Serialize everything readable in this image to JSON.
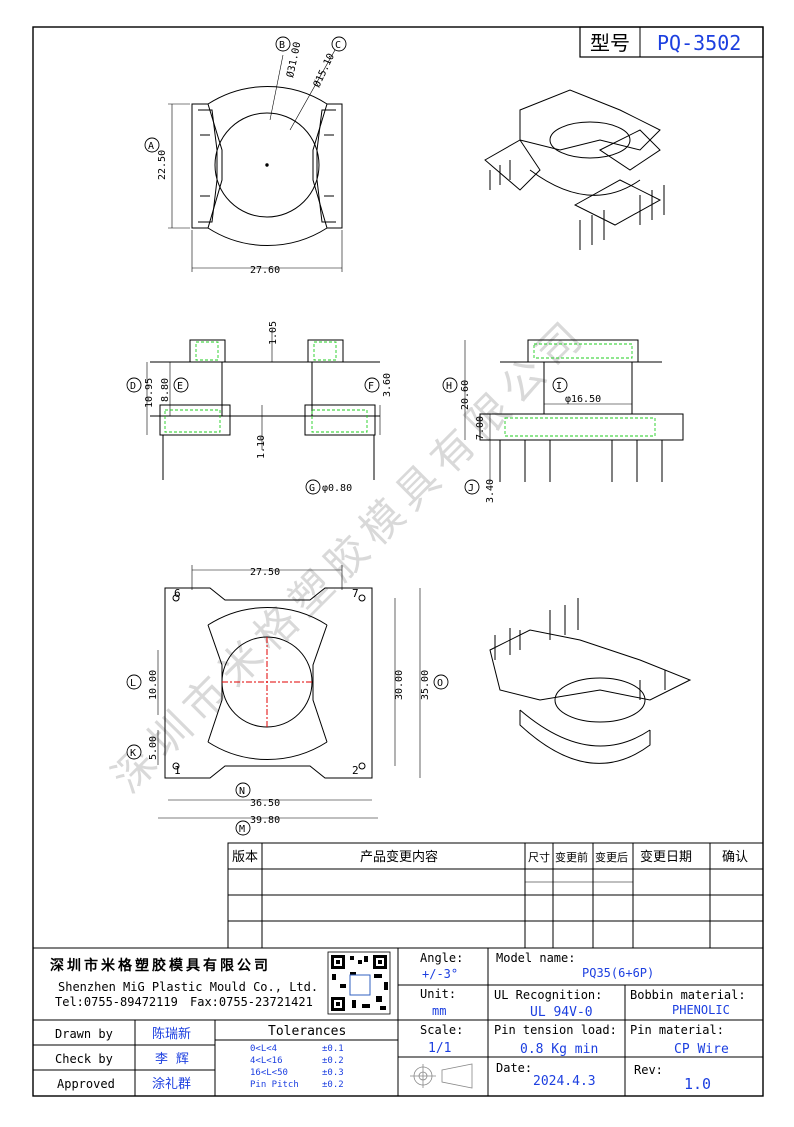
{
  "header": {
    "model_label": "型号",
    "model_value": "PQ-3502"
  },
  "watermark": "深圳市米格塑胶模具有限公司",
  "dims": {
    "B": "Ø31.00",
    "C": "Ø15.10",
    "A": "22.50",
    "W1": "27.60",
    "t1": "1.05",
    "D": "10.95",
    "E": "8.80",
    "F": "3.60",
    "t2": "1.10",
    "G": "φ0.80",
    "H": "20.60",
    "I": "φ16.50",
    "h7": "7.00",
    "J": "3.40",
    "W2": "27.50",
    "L": "10.00",
    "K": "5.00",
    "V30": "30.00",
    "O": "35.00",
    "N": "36.50",
    "M": "39.80"
  },
  "callouts": {
    "A": "A",
    "B": "B",
    "C": "C",
    "D": "D",
    "E": "E",
    "F": "F",
    "G": "G",
    "H": "H",
    "I": "I",
    "J": "J",
    "K": "K",
    "L": "L",
    "M": "M",
    "N": "N",
    "O": "O"
  },
  "pins": {
    "p6": "6",
    "p7": "7",
    "p1": "1",
    "p2": "2"
  },
  "revision_table": {
    "headers": [
      "版本",
      "产品变更内容",
      "尺寸",
      "变更前",
      "变更后",
      "变更日期",
      "确认"
    ]
  },
  "company": {
    "name_cn": "深圳市米格塑胶模具有限公司",
    "name_en": "Shenzhen MiG Plastic Mould Co., Ltd.",
    "tel": "Tel:0755-89472119",
    "fax": "Fax:0755-23721421"
  },
  "titleblock": {
    "angle_label": "Angle:",
    "angle_value": "+/-3°",
    "unit_label": "Unit:",
    "unit_value": "mm",
    "scale_label": "Scale:",
    "scale_value": "1/1",
    "model_name_label": "Model name:",
    "model_name_value": "PQ35(6+6P)",
    "ul_label": "UL Recognition:",
    "ul_value": "UL 94V-0",
    "bobbin_label": "Bobbin material:",
    "bobbin_value": "PHENOLIC",
    "pin_tension_label": "Pin tension load:",
    "pin_tension_value": "0.8 Kg min",
    "pin_material_label": "Pin material:",
    "pin_material_value": "CP Wire",
    "date_label": "Date:",
    "date_value": "2024.4.3",
    "rev_label": "Rev:",
    "rev_value": "1.0",
    "drawn_label": "Drawn by",
    "drawn_value": "陈瑞新",
    "check_label": "Check by",
    "check_value": "李 辉",
    "approved_label": "Approved",
    "approved_value": "涂礼群",
    "tolerances_label": "Tolerances",
    "tol": [
      {
        "range": "0<L<4",
        "value": "±0.1"
      },
      {
        "range": "4<L<16",
        "value": "±0.2"
      },
      {
        "range": "16<L<50",
        "value": "±0.3"
      },
      {
        "range": "Pin Pitch",
        "value": "±0.2"
      }
    ]
  },
  "icons": [
    "qr-code-icon",
    "projection-symbol-icon"
  ]
}
